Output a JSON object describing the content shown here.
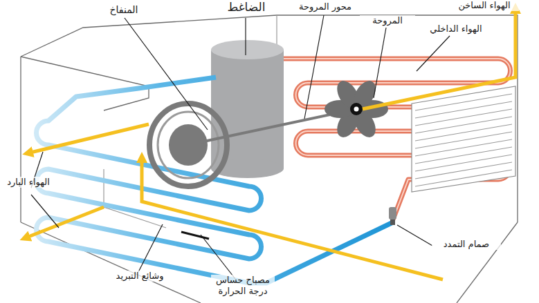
{
  "diagram": {
    "labels": [
      "الضاغط",
      "محور المروحة",
      "المنفاخ",
      "الهواء الساخن",
      "المروحة",
      "الهواء الداخلي",
      "الهواء البارد",
      "صمام التمدد",
      "وشائع التبريد",
      "مصباح حساس درجة الحرارة"
    ]
  }
}
